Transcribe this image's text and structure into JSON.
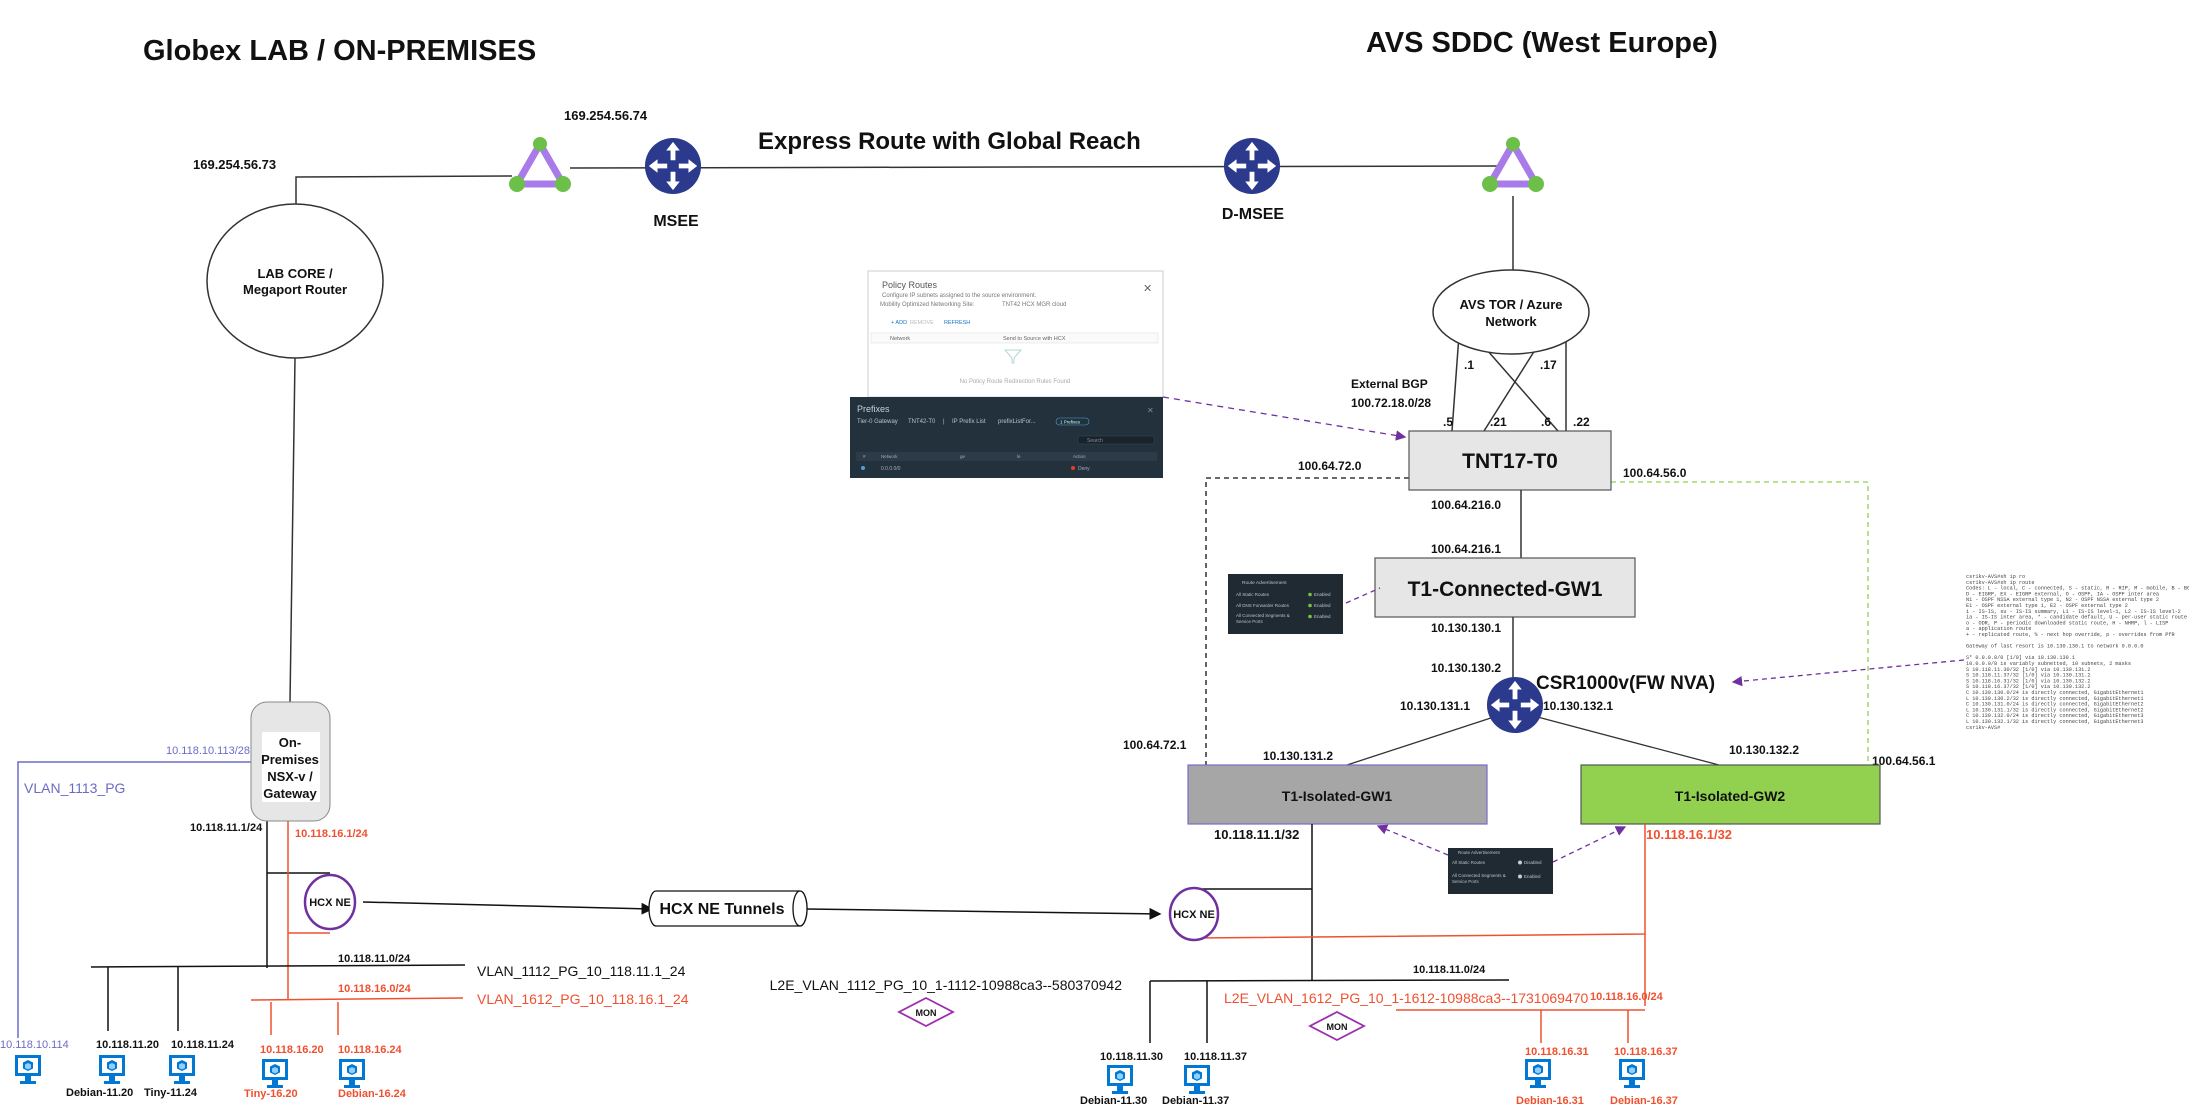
{
  "titles": {
    "onprem": "Globex LAB / ON-PREMISES",
    "avs": "AVS SDDC (West Europe)",
    "express_route": "Express Route with Global Reach"
  },
  "nodes": {
    "msee": "MSEE",
    "dmsee": "D-MSEE",
    "lab_core": [
      "LAB CORE /",
      "Megaport Router"
    ],
    "avs_tor": [
      "AVS TOR / Azure",
      "Network"
    ],
    "tnt17_t0": "TNT17-T0",
    "t1_connected": "T1-Connected-GW1",
    "csr": "CSR1000v(FW NVA)",
    "t1_isolated_1": "T1-Isolated-GW1",
    "t1_isolated_2": "T1-Isolated-GW2",
    "onprem_gw": [
      "On-",
      "Premises",
      "NSX-v /",
      "Gateway"
    ],
    "hcx_ne": "HCX NE",
    "hcx_tunnels": "HCX NE Tunnels",
    "mon": "MON"
  },
  "ips": {
    "er_left": "169.254.56.74",
    "lab_core": "169.254.56.73",
    "ext_bgp": "External BGP",
    "ext_bgp_net": "100.72.18.0/28",
    "tor_1": ".1",
    "tor_17": ".17",
    "tor_5": ".5",
    "tor_21": ".21",
    "tor_6": ".6",
    "tor_22": ".22",
    "t0_left": "100.64.72.0",
    "t0_right": "100.64.56.0",
    "t0_down": "100.64.216.0",
    "t1c_up": "100.64.216.1",
    "t1c_down": "10.130.130.1",
    "csr_up": "10.130.130.2",
    "csr_left": "10.130.131.1",
    "csr_right": "10.130.132.1",
    "iso1_up": "10.130.131.2",
    "iso2_up": "10.130.132.2",
    "iso1_left": "100.64.72.1",
    "iso2_right": "100.64.56.1",
    "iso1_down": "10.118.11.1/32",
    "iso2_down": "10.118.16.1/32",
    "vlan1113_gw": "10.118.10.113/28",
    "vlan1113": "VLAN_1113_PG",
    "gw_11": "10.118.11.1/24",
    "gw_16": "10.118.16.1/24",
    "net11_left": "10.118.11.0/24",
    "vlan1112": "VLAN_1112_PG_10_118.11.1_24",
    "net16_left": "10.118.16.0/24",
    "vlan1612": "VLAN_1612_PG_10_118.16.1_24",
    "net11_right": "10.118.11.0/24",
    "l2e_1112": "L2E_VLAN_1112_PG_10_1-1112-10988ca3--580370942",
    "l2e_1612": "L2E_VLAN_1612_PG_10_1-1612-10988ca3--1731069470",
    "net16_right": "10.118.16.0/24"
  },
  "vms": [
    {
      "ip": "10.118.10.114",
      "name": "",
      "color": "blue"
    },
    {
      "ip": "10.118.11.20",
      "name": "Debian-11.20",
      "color": "black"
    },
    {
      "ip": "10.118.11.24",
      "name": "Tiny-11.24",
      "color": "black"
    },
    {
      "ip": "10.118.16.20",
      "name": "Tiny-16.20",
      "color": "red"
    },
    {
      "ip": "10.118.16.24",
      "name": "Debian-16.24",
      "color": "red"
    },
    {
      "ip": "10.118.11.30",
      "name": "Debian-11.30",
      "color": "black"
    },
    {
      "ip": "10.118.11.37",
      "name": "Debian-11.37",
      "color": "black"
    },
    {
      "ip": "10.118.16.31",
      "name": "Debian-16.31",
      "color": "red"
    },
    {
      "ip": "10.118.16.37",
      "name": "Debian-16.37",
      "color": "red"
    }
  ],
  "policy_routes": {
    "title": "Policy Routes",
    "subtitle": "Configure IP subnets assigned to the source environment.",
    "site_label": "Mobility Optimized Networking Site:",
    "site_value": "TNT42 HCX MGR cloud",
    "add": "+ ADD",
    "remove": "REMOVE",
    "refresh": "REFRESH",
    "col_network": "Network",
    "col_send": "Send to Source with HCX",
    "empty": "No Policy Route Redirection Rules Found"
  },
  "prefixes": {
    "title": "Prefixes",
    "crumb": [
      "Tier-0 Gateway",
      "TNT42-T0",
      "|",
      "IP Prefix List",
      "prefixListFor...",
      "1 Prefixes"
    ],
    "search": "Search",
    "cols": [
      "#",
      "Network",
      "ge",
      "le",
      "Action"
    ],
    "row": {
      "network": "0.0.0.0/0",
      "action": "Deny"
    }
  },
  "route_adv_1": {
    "title": "Route Advertisement",
    "rows": [
      {
        "label": "All Static Routes",
        "state": "Enabled"
      },
      {
        "label": "All DNS Forwarder Routes",
        "state": "Enabled"
      },
      {
        "label": "All Connected Segments & Service Ports",
        "state": "Enabled"
      }
    ]
  },
  "route_adv_2": {
    "title": "Route Advertisement",
    "rows": [
      {
        "label": "All Static Routes",
        "state": "Disabled"
      },
      {
        "label": "All Connected Segments & Service Ports",
        "state": "Enabled"
      }
    ]
  },
  "cli": [
    "csr1kv-AVS#sh ip ro",
    "csr1kv-AVS#sh ip route",
    "Codes: L - local, C - connected, S - static, R - RIP, M - mobile, B - BGP",
    "       D - EIGRP, EX - EIGRP external, O - OSPF, IA - OSPF inter area",
    "       N1 - OSPF NSSA external type 1, N2 - OSPF NSSA external type 2",
    "       E1 - OSPF external type 1, E2 - OSPF external type 2",
    "       i - IS-IS, su - IS-IS summary, L1 - IS-IS level-1, L2 - IS-IS level-2",
    "       ia - IS-IS inter area, * - candidate default, U - per-user static route",
    "       o - ODR, P - periodic downloaded static route, H - NHRP, l - LISP",
    "       a - application route",
    "       + - replicated route, % - next hop override, p - overrides from PfR",
    "",
    "Gateway of last resort is 10.130.130.1 to network 0.0.0.0",
    "",
    "S*    0.0.0.0/0 [1/0] via 10.130.130.1",
    "      10.0.0.0/8 is variably subnetted, 10 subnets, 2 masks",
    "S        10.118.11.30/32 [1/0] via 10.130.131.2",
    "S        10.118.11.37/32 [1/0] via 10.130.131.2",
    "S        10.118.16.31/32 [1/0] via 10.130.132.2",
    "S        10.118.16.37/32 [1/0] via 10.130.132.2",
    "C        10.130.130.0/24 is directly connected, GigabitEthernet1",
    "L        10.130.130.2/32 is directly connected, GigabitEthernet1",
    "C        10.130.131.0/24 is directly connected, GigabitEthernet2",
    "L        10.130.131.1/32 is directly connected, GigabitEthernet2",
    "C        10.130.132.0/24 is directly connected, GigabitEthernet3",
    "L        10.130.132.1/32 is directly connected, GigabitEthernet3",
    "csr1kv-AVS#"
  ],
  "colors": {
    "red": "#f0502f",
    "blue": "#6b6bc8",
    "purple": "#7030a0",
    "iso2_fill": "#92d050",
    "iso1_fill": "#a6a6a6",
    "router": "#2b3a8c",
    "vm_icon": "#0078d4",
    "panel_dark": "#1f2a33"
  }
}
